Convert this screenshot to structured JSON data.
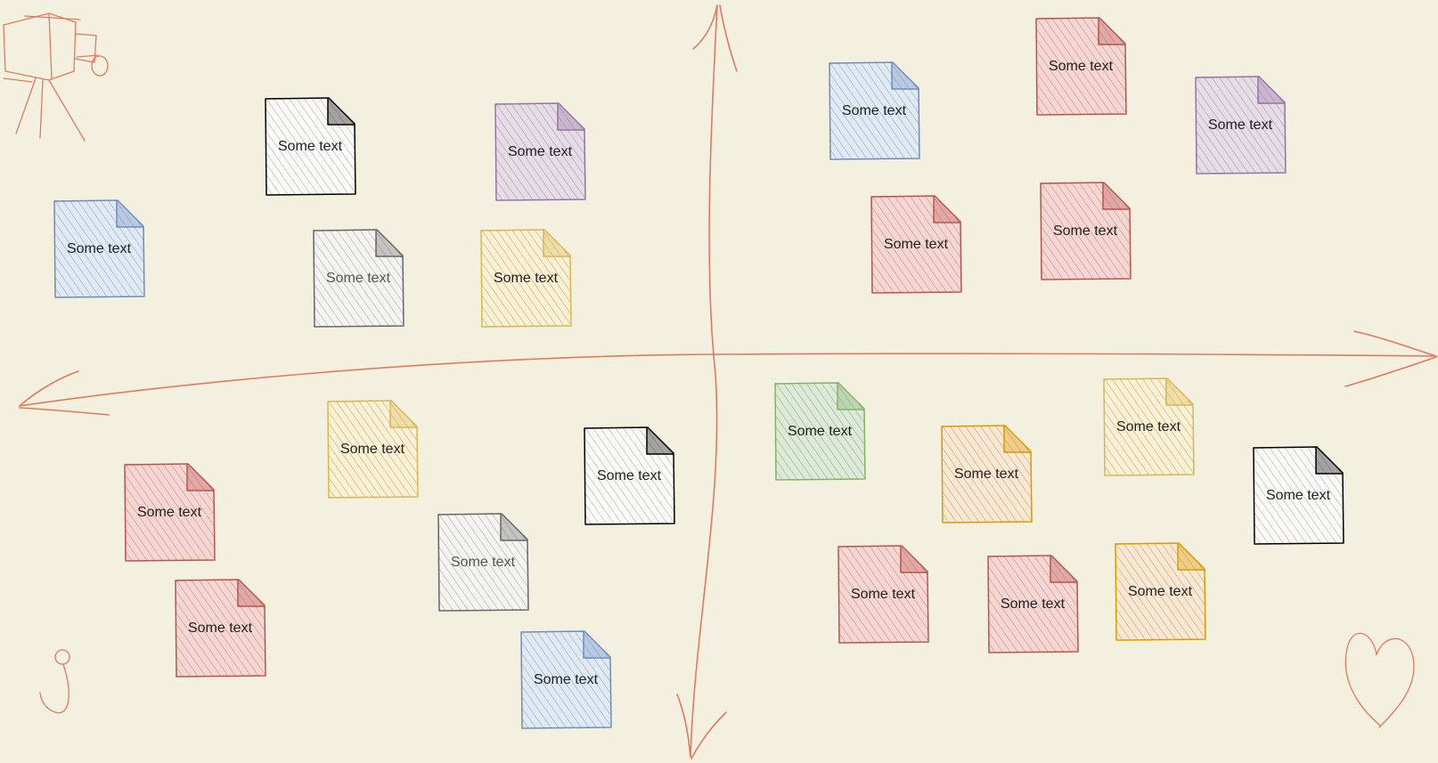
{
  "notes": [
    {
      "text": "Some text",
      "stroke": "#6c8ebf",
      "fill": "#dae8fc"
    },
    {
      "text": "Some text",
      "stroke": "#000000",
      "fill": "#ffffff"
    },
    {
      "text": "Some text",
      "stroke": "#9673a6",
      "fill": "#e1d5e7"
    },
    {
      "text": "Some text",
      "stroke": "#666666",
      "fill": "#f5f5f5"
    },
    {
      "text": "Some text",
      "stroke": "#d6b656",
      "fill": "#fff2cc"
    },
    {
      "text": "Some text",
      "stroke": "#6c8ebf",
      "fill": "#dae8fc"
    },
    {
      "text": "Some text",
      "stroke": "#b85450",
      "fill": "#f8cecc"
    },
    {
      "text": "Some text",
      "stroke": "#9673a6",
      "fill": "#e1d5e7"
    },
    {
      "text": "Some text",
      "stroke": "#b85450",
      "fill": "#f8cecc"
    },
    {
      "text": "Some text",
      "stroke": "#b85450",
      "fill": "#f8cecc"
    },
    {
      "text": "Some text",
      "stroke": "#d6b656",
      "fill": "#fff2cc"
    },
    {
      "text": "Some text",
      "stroke": "#000000",
      "fill": "#ffffff"
    },
    {
      "text": "Some text",
      "stroke": "#b85450",
      "fill": "#f8cecc"
    },
    {
      "text": "Some text",
      "stroke": "#666666",
      "fill": "#f5f5f5"
    },
    {
      "text": "Some text",
      "stroke": "#b85450",
      "fill": "#f8cecc"
    },
    {
      "text": "Some text",
      "stroke": "#6c8ebf",
      "fill": "#dae8fc"
    },
    {
      "text": "Some text",
      "stroke": "#82b366",
      "fill": "#d5e8d4"
    },
    {
      "text": "Some text",
      "stroke": "#d79b00",
      "fill": "#ffe6cc"
    },
    {
      "text": "Some text",
      "stroke": "#d6b656",
      "fill": "#fff2cc"
    },
    {
      "text": "Some text",
      "stroke": "#000000",
      "fill": "#ffffff"
    },
    {
      "text": "Some text",
      "stroke": "#b85450",
      "fill": "#f8cecc"
    },
    {
      "text": "Some text",
      "stroke": "#b85450",
      "fill": "#f8cecc"
    },
    {
      "text": "Some text",
      "stroke": "#d79b00",
      "fill": "#ffe6cc"
    }
  ],
  "colors": {
    "background": "#f4f0df",
    "axis": "#e07a5f",
    "sketch": "#e07a5f"
  },
  "icons": [
    "camera-icon",
    "microphone-icon",
    "heart-icon"
  ]
}
